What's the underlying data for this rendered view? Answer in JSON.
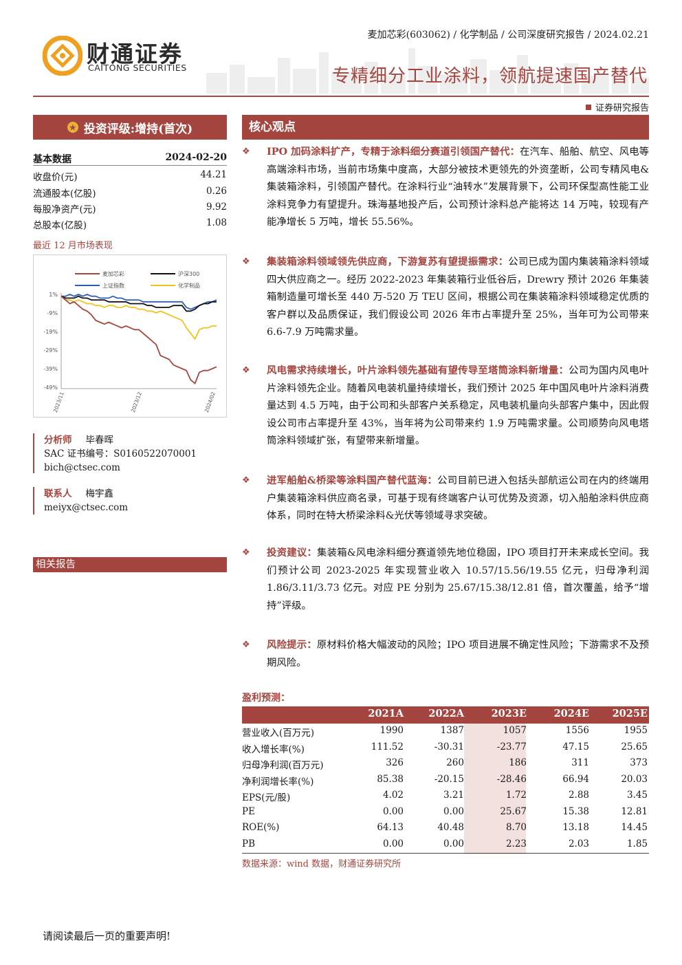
{
  "header": {
    "logo_cn": "财通证券",
    "logo_en": "CAITONG SECURITIES",
    "meta": "麦加芯彩(603062) / 化学制品 / 公司深度研究报告 / 2024.02.21",
    "title": "专精细分工业涂料，领航提速国产替代",
    "tag": "证券研究报告"
  },
  "rating": {
    "label": "投资评级:增持(首次)"
  },
  "basic": {
    "title": "基本数据",
    "date": "2024-02-20",
    "rows": [
      {
        "label": "收盘价(元)",
        "value": "44.21"
      },
      {
        "label": "流通股本(亿股)",
        "value": "0.26"
      },
      {
        "label": "每股净资产(元)",
        "value": "9.92"
      },
      {
        "label": "总股本(亿股)",
        "value": "1.08"
      }
    ]
  },
  "market": {
    "label": "最近 12 月市场表现",
    "legend": [
      "麦加芯彩",
      "沪深300",
      "上证指数",
      "化学制品"
    ],
    "colors": [
      "#a4463f",
      "#111111",
      "#2f5fb3",
      "#f2c31b"
    ],
    "y_ticks": [
      "1%",
      "-9%",
      "-19%",
      "-29%",
      "-39%",
      "-49%"
    ],
    "x_ticks": [
      "2023/11",
      "2023/12",
      "2024/02"
    ]
  },
  "chart_data": {
    "type": "line",
    "ylim": [
      -49,
      1
    ],
    "xlabel": "",
    "ylabel": "",
    "x_ticks": [
      "2023/11",
      "2023/12",
      "2024/02"
    ],
    "series": [
      {
        "name": "麦加芯彩",
        "values": [
          0,
          -2,
          -4,
          -3,
          -5,
          -7,
          -8,
          -10,
          -13,
          -14,
          -15,
          -14,
          -15,
          -16,
          -17,
          -16,
          -17,
          -18,
          -18,
          -20,
          -22,
          -24,
          -26,
          -32,
          -33,
          -34,
          -37,
          -38,
          -39,
          -40,
          -45,
          -47,
          -41,
          -40,
          -40,
          -39,
          -38
        ]
      },
      {
        "name": "沪深300",
        "values": [
          0,
          -1,
          -1,
          -1,
          0,
          -1,
          -1,
          -2,
          -2,
          -2,
          -2,
          -3,
          -3,
          -3,
          -3,
          -3,
          -4,
          -4,
          -4,
          -4,
          -5,
          -5,
          -6,
          -6,
          -6,
          -6,
          -5,
          -5,
          -5,
          -8,
          -8,
          -7,
          -5,
          -4,
          -4,
          -3,
          -3
        ]
      },
      {
        "name": "上证指数",
        "values": [
          0,
          0,
          1,
          0,
          1,
          0,
          1,
          0,
          0,
          -1,
          -1,
          -1,
          0,
          -1,
          -1,
          -2,
          -2,
          -2,
          -2,
          -3,
          -3,
          -3,
          -3,
          -3,
          -3,
          -3,
          -3,
          -3,
          -3,
          -6,
          -7,
          -6,
          -5,
          -4,
          -3,
          -3,
          -2
        ]
      },
      {
        "name": "化学制品",
        "values": [
          0,
          -2,
          -2,
          -3,
          -2,
          -3,
          -4,
          -4,
          -5,
          -5,
          -6,
          -5,
          -5,
          -6,
          -6,
          -5,
          -6,
          -6,
          -7,
          -7,
          -8,
          -8,
          -9,
          -8,
          -9,
          -10,
          -11,
          -12,
          -13,
          -17,
          -20,
          -23,
          -18,
          -17,
          -17,
          -16,
          -16
        ]
      }
    ]
  },
  "analyst": {
    "role": "分析师",
    "name": "毕春晖",
    "cert": "SAC 证书编号：S0160522070001",
    "email": "bich@ctsec.com"
  },
  "contact": {
    "role": "联系人",
    "name": "梅宇鑫",
    "email": "meiyx@ctsec.com"
  },
  "related": {
    "label": "相关报告"
  },
  "core": {
    "title": "核心观点",
    "bullets": [
      {
        "head": "IPO 加码涂料扩产，专精于涂料细分赛道引领国产替代：",
        "body": "在汽车、船舶、航空、风电等高端涂料市场，当前市场集中度高，大部分被技术更领先的外资垄断，公司专精风电&集装箱涂料，引领国产替代。在涂料行业“油转水”发展背景下，公司环保型高性能工业涂料竞争力有望提升。珠海基地投产后，公司预计涂料总产能将达 14 万吨，较现有产能净增长 5 万吨，增长 55.56%。"
      },
      {
        "head": "集装箱涂料领域领先供应商，下游复苏有望提振需求：",
        "body": "公司已成为国内集装箱涂料领域四大供应商之一。经历 2022-2023 年集装箱行业低谷后，Drewry 预计 2026 年集装箱制造量可增长至 440 万-520 万 TEU 区间，根据公司在集装箱涂料领域稳定优质的客户群以及品质保证，我们假设公司 2026 年市占率提升至 25%，当年可为公司带来 6.6-7.9 万吨需求量。"
      },
      {
        "head": "风电需求持续增长，叶片涂料领先基础有望传导至塔筒涂料新增量：",
        "body": "公司为国内风电叶片涂料领先企业。随着风电装机量持续增长，我们预计 2025 年中国风电叶片涂料消费量达到 4.5 万吨，由于公司和头部客户关系稳定，风电装机量向头部客户集中，因此假设公司市占率提升至 43%，当年将为公司带来约 1.9 万吨需求量。公司顺势向风电塔筒涂料领域扩张，有望带来新增量。"
      },
      {
        "head": "进军船舶&桥梁等涂料国产替代蓝海：",
        "body": "公司目前已进入包括头部航运公司在内的终端用户集装箱涂料供应商名录，可基于现有终端客户认可优势及资源，切入船舶涂料供应商体系，同时在特大桥梁涂料&光伏等领域寻求突破。"
      },
      {
        "head": "投资建议：",
        "body": "集装箱&风电涂料细分赛道领先地位稳固，IPO 项目打开未来成长空间。我们预计公司 2023-2025 年实现营业收入 10.57/15.56/19.55 亿元，归母净利润 1.86/3.11/3.73 亿元。对应 PE 分别为 25.67/15.38/12.81 倍，首次覆盖，给予“增持”评级。"
      },
      {
        "head": "风险提示：",
        "body": "原材料价格大幅波动的风险；IPO 项目进展不确定性风险；下游需求不及预期风险。"
      }
    ]
  },
  "forecast": {
    "title": "盈利预测：",
    "years": [
      "2021A",
      "2022A",
      "2023E",
      "2024E",
      "2025E"
    ],
    "rows": [
      {
        "label": "营业收入(百万元)",
        "values": [
          "1990",
          "1387",
          "1057",
          "1556",
          "1955"
        ]
      },
      {
        "label": "收入增长率(%)",
        "values": [
          "111.52",
          "-30.31",
          "-23.77",
          "47.15",
          "25.65"
        ]
      },
      {
        "label": "归母净利润(百万元)",
        "values": [
          "326",
          "260",
          "186",
          "311",
          "373"
        ]
      },
      {
        "label": "净利润增长率(%)",
        "values": [
          "85.38",
          "-20.15",
          "-28.46",
          "66.94",
          "20.03"
        ]
      },
      {
        "label": "EPS(元/股)",
        "values": [
          "4.02",
          "3.21",
          "1.72",
          "2.88",
          "3.45"
        ]
      },
      {
        "label": "PE",
        "values": [
          "0.00",
          "0.00",
          "25.67",
          "15.38",
          "12.81"
        ]
      },
      {
        "label": "ROE(%)",
        "values": [
          "64.13",
          "40.48",
          "8.70",
          "13.18",
          "14.45"
        ]
      },
      {
        "label": "PB",
        "values": [
          "0.00",
          "0.00",
          "2.23",
          "2.03",
          "1.85"
        ]
      }
    ],
    "source": "数据来源：wind 数据，财通证券研究所"
  },
  "footer": {
    "note": "请阅读最后一页的重要声明!"
  }
}
